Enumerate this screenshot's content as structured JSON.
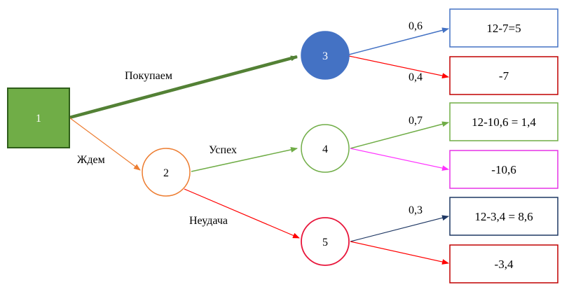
{
  "nodes": {
    "decision": {
      "label": "1",
      "fill": "#70ad47",
      "stroke": "#2f5e1a",
      "text_color": "#ffffff"
    },
    "chance_buy": {
      "label": "3",
      "fill": "#4472c4",
      "stroke": "#4472c4",
      "text_color": "#ffffff"
    },
    "chance_wait": {
      "label": "2",
      "fill": "#ffffff",
      "stroke": "#ed7d31",
      "text_color": "#000000"
    },
    "success": {
      "label": "4",
      "fill": "#ffffff",
      "stroke": "#70ad47",
      "text_color": "#000000"
    },
    "failure": {
      "label": "5",
      "fill": "#ffffff",
      "stroke": "#e8163b",
      "text_color": "#000000"
    }
  },
  "edges": {
    "buy": {
      "label": "Покупаем",
      "color": "#538135"
    },
    "wait": {
      "label": "Ждем",
      "color": "#ed7d31"
    },
    "success": {
      "label": "Успех",
      "color": "#70ad47"
    },
    "failure": {
      "label": "Неудача",
      "color": "#ff0000"
    }
  },
  "probabilities": {
    "buy_up": "0,6",
    "buy_down": "0,4",
    "success_up": "0,7",
    "failure_up": "0,3"
  },
  "outcomes": [
    {
      "text": "12-7=5",
      "color": "#4472c4"
    },
    {
      "text": "-7",
      "color": "#c00000"
    },
    {
      "text": "12-10,6 = 1,4",
      "color": "#70ad47"
    },
    {
      "text": "-10,6",
      "color": "#e633e6"
    },
    {
      "text": "12-3,4 = 8,6",
      "color": "#1f3864"
    },
    {
      "text": "-3,4",
      "color": "#c00000"
    }
  ]
}
